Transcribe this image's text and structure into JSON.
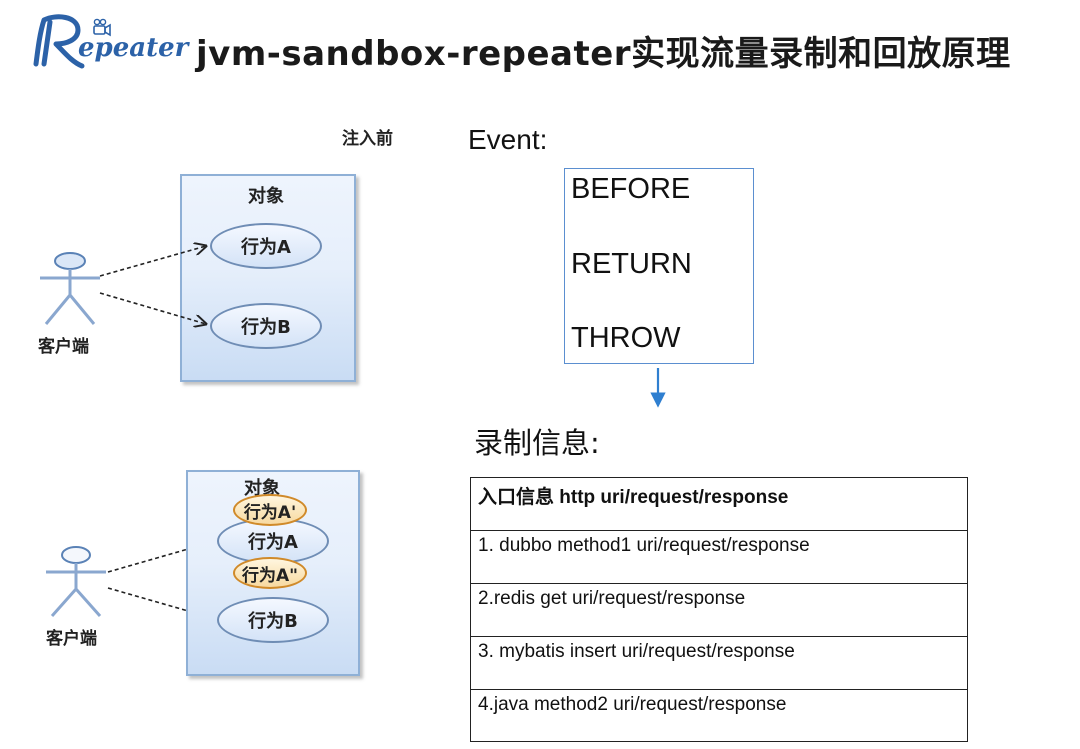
{
  "header": {
    "logo_text": "Repeater",
    "title": "jvm-sandbox-repeater实现流量录制和回放原理"
  },
  "before_injection": {
    "label": "注入前",
    "object_title": "对象",
    "behavior_a": "行为A",
    "behavior_b": "行为B",
    "actor_label": "客户端"
  },
  "after_injection": {
    "object_title": "对象",
    "behavior_a_prime": "行为A'",
    "behavior_a": "行为A",
    "behavior_a_double_prime": "行为A\"",
    "behavior_b": "行为B",
    "actor_label": "客户端"
  },
  "event": {
    "label": "Event:",
    "items": [
      "BEFORE",
      "RETURN",
      "THROW"
    ]
  },
  "record": {
    "label": "录制信息:",
    "rows": [
      "入口信息 http uri/request/response",
      "1. dubbo  method1 uri/request/response",
      "2.redis  get uri/request/response",
      "3. mybatis insert uri/request/response",
      "4.java method2 uri/request/response"
    ]
  },
  "colors": {
    "box_border": "#8fb0d6",
    "ellipse_border": "#6f8db5",
    "highlight_fill": "#f7d9a0",
    "highlight_border": "#d08a2a",
    "arrow": "#2f7fd0"
  }
}
